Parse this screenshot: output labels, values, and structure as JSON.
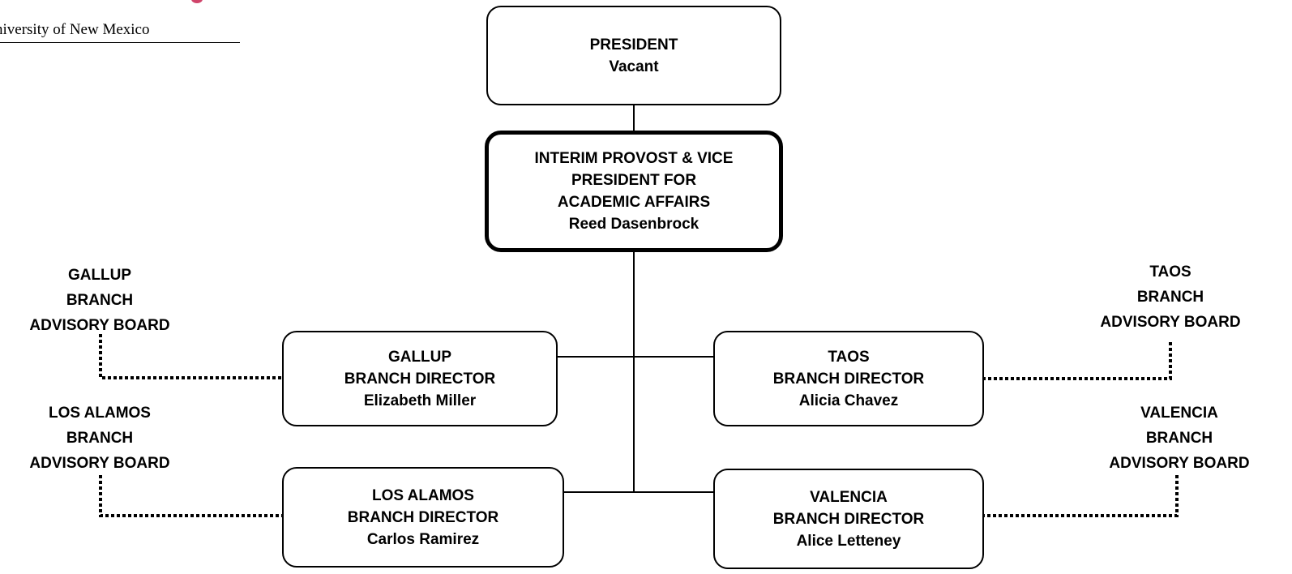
{
  "header": {
    "university_name": "niversity of New Mexico"
  },
  "boxes": {
    "president": {
      "title": "PRESIDENT",
      "name": "Vacant"
    },
    "provost": {
      "title_lines": [
        "INTERIM PROVOST & VICE",
        "PRESIDENT FOR",
        "ACADEMIC AFFAIRS"
      ],
      "name": "Reed Dasenbrock"
    },
    "gallup": {
      "campus": "GALLUP",
      "role": "BRANCH DIRECTOR",
      "name": "Elizabeth Miller"
    },
    "taos": {
      "campus": "TAOS",
      "role": "BRANCH DIRECTOR",
      "name": "Alicia Chavez"
    },
    "los_alamos": {
      "campus": "LOS ALAMOS",
      "role": "BRANCH DIRECTOR",
      "name": "Carlos Ramirez"
    },
    "valencia": {
      "campus": "VALENCIA",
      "role": "BRANCH DIRECTOR",
      "name": "Alice Letteney"
    }
  },
  "boards": {
    "gallup": [
      "GALLUP",
      "BRANCH",
      "ADVISORY BOARD"
    ],
    "taos": [
      "TAOS",
      "BRANCH",
      "ADVISORY BOARD"
    ],
    "los_alamos": [
      "LOS ALAMOS",
      "BRANCH",
      "ADVISORY BOARD"
    ],
    "valencia": [
      "VALENCIA",
      "BRANCH",
      "ADVISORY BOARD"
    ]
  }
}
